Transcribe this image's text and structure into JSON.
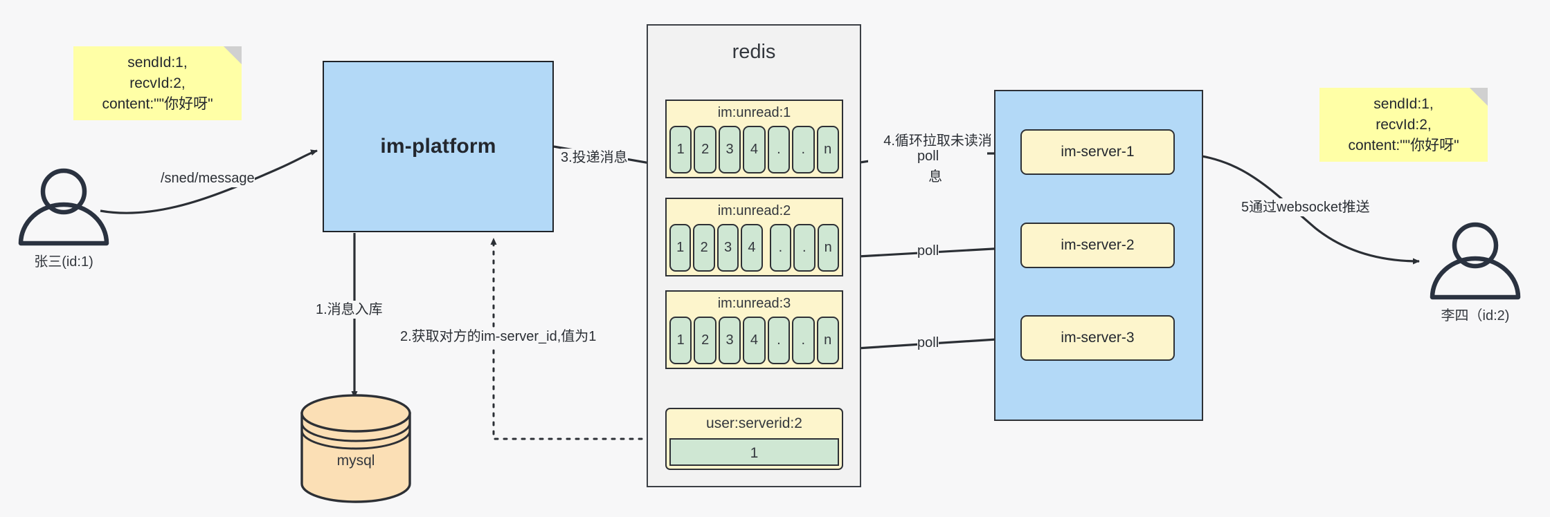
{
  "diagram": {
    "title": "IM message delivery architecture",
    "colors": {
      "note_yellow": "#ffffa6",
      "process_blue": "#b3d9f7",
      "list_yellow": "#fdf5cc",
      "cell_green": "#cfe7d3",
      "db_orange": "#fbdfb5",
      "stroke": "#2d3035",
      "background": "#f7f7f8"
    }
  },
  "notes": {
    "left": {
      "line1": "sendId:1,",
      "line2": "recvId:2,",
      "line3": "content:\"\"你好呀\""
    },
    "right": {
      "line1": "sendId:1,",
      "line2": "recvId:2,",
      "line3": "content:\"\"你好呀\""
    }
  },
  "actors": {
    "sender": {
      "caption": "张三(id:1)",
      "icon": "user-icon"
    },
    "receiver": {
      "caption": "李四（id:2)",
      "icon": "user-icon"
    }
  },
  "platform": {
    "label": "im-platform"
  },
  "database": {
    "label": "mysql",
    "shape": "cylinder"
  },
  "redis": {
    "title": "redis",
    "lists": [
      {
        "key": "im:unread:1",
        "cells": [
          "1",
          "2",
          "3",
          "4",
          ".",
          ".",
          "n"
        ]
      },
      {
        "key": "im:unread:2",
        "cells": [
          "1",
          "2",
          "3",
          "4",
          ".",
          ".",
          "n"
        ]
      },
      {
        "key": "im:unread:3",
        "cells": [
          "1",
          "2",
          "3",
          "4",
          ".",
          ".",
          "n"
        ]
      }
    ],
    "kv": {
      "key": "user:serverid:2",
      "value": "1"
    }
  },
  "cluster": {
    "servers": [
      {
        "label": "im-server-1"
      },
      {
        "label": "im-server-2"
      },
      {
        "label": "im-server-3"
      }
    ]
  },
  "edges": {
    "send_message": "/sned/message",
    "step1": "1.消息入库",
    "step2": "2.获取对方的im-server_id,值为1",
    "step3": "3.投递消息",
    "step4_line1": "4.循环拉取未读消",
    "step4_line2": "息",
    "step5": "5通过websocket推送",
    "poll1": "poll",
    "poll2": "poll",
    "poll3": "poll"
  }
}
